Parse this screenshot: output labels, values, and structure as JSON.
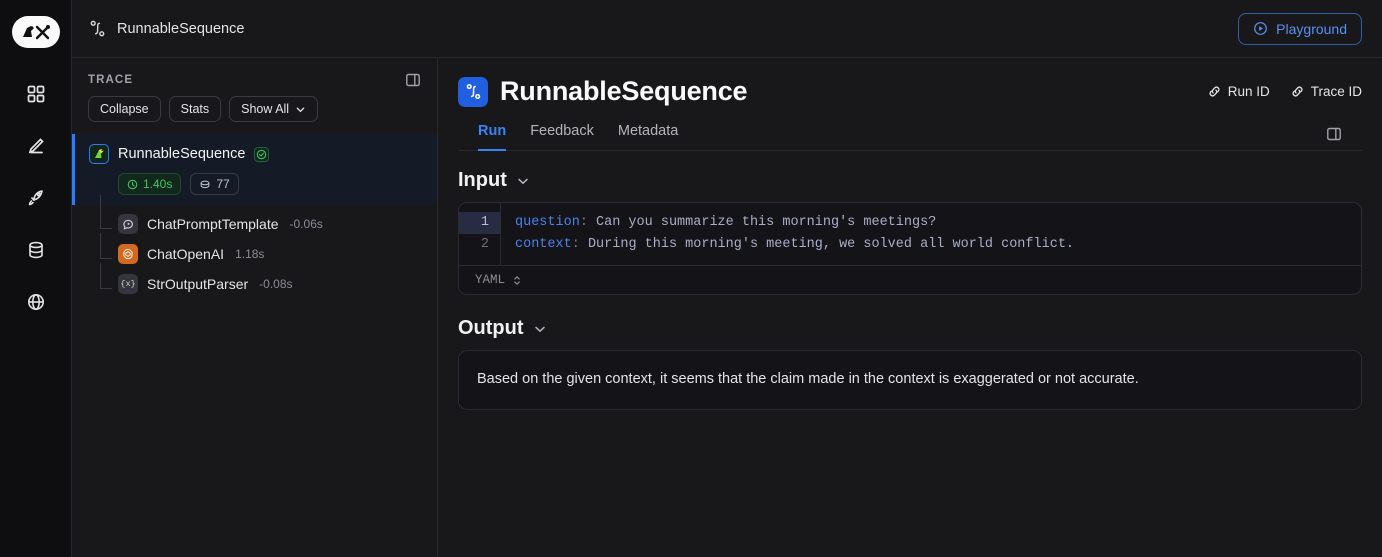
{
  "rail": {
    "logo_name": "langchain-logo",
    "items": [
      {
        "name": "grid-icon",
        "label": "Projects"
      },
      {
        "name": "pencil-icon",
        "label": "Annotate"
      },
      {
        "name": "rocket-icon",
        "label": "Deployments"
      },
      {
        "name": "database-icon",
        "label": "Datasets"
      },
      {
        "name": "globe-icon",
        "label": "Hub"
      }
    ]
  },
  "topbar": {
    "breadcrumb": "RunnableSequence",
    "breadcrumb_icon": "sequence-icon"
  },
  "trace": {
    "title": "TRACE",
    "panel_toggle_icon": "panel-toggle-icon",
    "tools": [
      {
        "label": "Collapse",
        "icon": ""
      },
      {
        "label": "Stats",
        "icon": ""
      },
      {
        "label": "Show All",
        "icon": "chevron-down-icon"
      }
    ],
    "root": {
      "name": "RunnableSequence",
      "icon": "parrot-icon",
      "status": "success",
      "duration": "1.40s",
      "tokens": "77"
    },
    "children": [
      {
        "name": "ChatPromptTemplate",
        "duration": "-0.06s",
        "icon": "chat-bubble-icon"
      },
      {
        "name": "ChatOpenAI",
        "duration": "1.18s",
        "icon": "openai-icon"
      },
      {
        "name": "StrOutputParser",
        "duration": "-0.08s",
        "icon": "braces-x-icon"
      }
    ]
  },
  "main": {
    "playground_label": "Playground",
    "playground_icon": "play-circle-icon",
    "title": "RunnableSequence",
    "title_icon": "sequence-icon",
    "run_id_label": "Run ID",
    "trace_id_label": "Trace ID",
    "link_icon": "link-icon",
    "panel_toggle_icon": "panel-toggle-icon",
    "tabs": [
      {
        "label": "Run",
        "active": true
      },
      {
        "label": "Feedback",
        "active": false
      },
      {
        "label": "Metadata",
        "active": false
      }
    ],
    "input": {
      "heading": "Input",
      "chevron_icon": "chevron-down-icon",
      "language": "YAML",
      "lang_picker_icon": "chevron-updown-icon",
      "lines": [
        {
          "num": "1",
          "key": "question",
          "sep": ":",
          "value": "Can you summarize this morning's meetings?"
        },
        {
          "num": "2",
          "key": "context",
          "sep": ":",
          "value": "During this morning's meeting, we solved all world conflict."
        }
      ]
    },
    "output": {
      "heading": "Output",
      "chevron_icon": "chevron-down-icon",
      "text": "Based on the given context, it seems that the claim made in the context is exaggerated or not accurate."
    }
  },
  "colors": {
    "accent_blue": "#3b82f6",
    "success_green": "#3fc463",
    "openai_orange": "#d2691e",
    "bg": "#18181b"
  }
}
